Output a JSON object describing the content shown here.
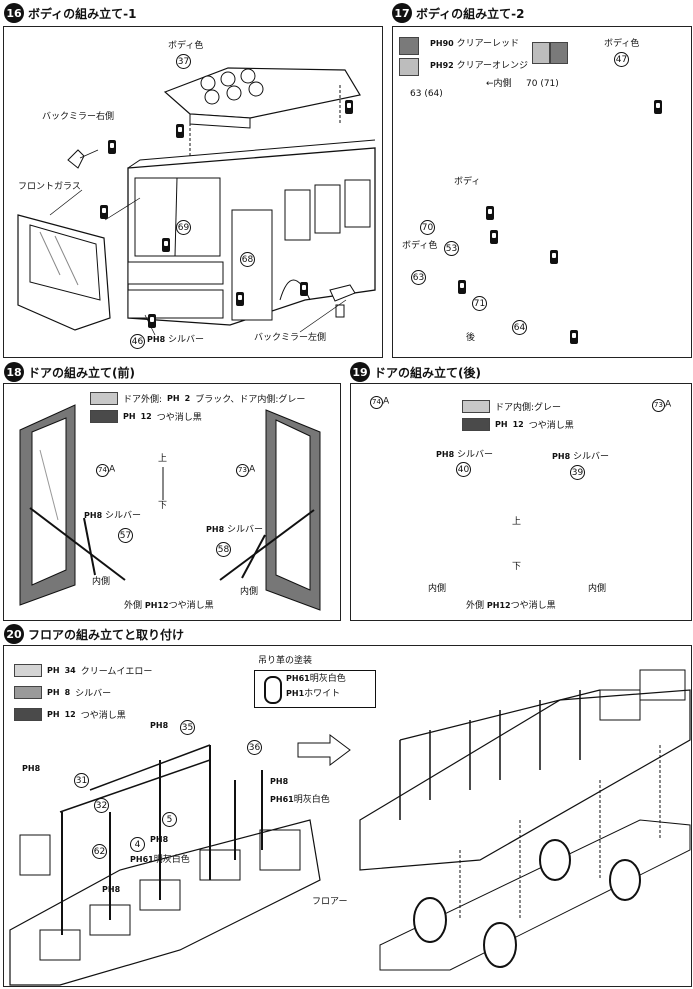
{
  "steps": {
    "s16": {
      "num": "16",
      "title": "ボディの組み立て-1",
      "body_color": "ボディ色",
      "body_color_part": "37",
      "mirror_right": "バックミラー右側",
      "front_glass": "フロントガラス",
      "part69": "69",
      "part68": "68",
      "part46": "46",
      "silver": "シルバー",
      "silver_code": "8",
      "mirror_left": "バックミラー左側"
    },
    "s17": {
      "num": "17",
      "title": "ボディの組み立て-2",
      "clear_red": "クリアーレッド",
      "clear_red_code": "90",
      "clear_orange": "クリアーオレンジ",
      "clear_orange_code": "92",
      "parts_6364": "63 (64)",
      "parts_7071": "70 (71)",
      "inner_side": "←内側",
      "body_color": "ボディ色",
      "body_color_part": "47",
      "body": "ボディ",
      "body_color2": "ボディ色",
      "part53": "53",
      "part63": "63",
      "part70": "70",
      "part71": "71",
      "part64": "64",
      "rear": "後"
    },
    "s18": {
      "num": "18",
      "title": "ドアの組み立て(前)",
      "legend1_label": "ドア外側:",
      "legend1_code": "2",
      "legend1_rest": "ブラック、ドア内側:グレー",
      "legend2_code": "12",
      "legend2_label": "つや消し黒",
      "part74": "74",
      "part74_suffix": "A",
      "part73": "73",
      "part73_suffix": "A",
      "up": "上",
      "down": "下",
      "silver_code": "8",
      "silver": "シルバー",
      "part57": "57",
      "part58": "58",
      "inner": "内側",
      "outer": "外側",
      "matte_code": "12",
      "matte": "つや消し黒"
    },
    "s19": {
      "num": "19",
      "title": "ドアの組み立て(後)",
      "legend1_label": "ドア内側:グレー",
      "legend2_code": "12",
      "legend2_label": "つや消し黒",
      "part74": "74",
      "part74_suffix": "A",
      "part73": "73",
      "part73_suffix": "A",
      "silver_code": "8",
      "silver": "シルバー",
      "part40": "40",
      "part39": "39",
      "up": "上",
      "down": "下",
      "inner": "内側",
      "outer": "外側",
      "matte_code": "12",
      "matte": "つや消し黒"
    },
    "s20": {
      "num": "20",
      "title": "フロアの組み立てと取り付け",
      "legend1_code": "34",
      "legend1_label": "クリームイエロー",
      "legend2_code": "8",
      "legend2_label": "シルバー",
      "legend3_code": "12",
      "legend3_label": "つや消し黒",
      "strap_title": "吊り革の塗装",
      "strap1_code": "61",
      "strap1_label": "明灰白色",
      "strap2_code": "1",
      "strap2_label": "ホワイト",
      "c8a": "8",
      "p35": "35",
      "p36": "36",
      "c8b": "8",
      "p31": "31",
      "p32": "32",
      "p5": "5",
      "c8c": "8",
      "c61a": "61",
      "c61a_label": "明灰白色",
      "p4": "4",
      "c8d": "8",
      "c61b": "61",
      "c61b_label": "明灰白色",
      "p62": "62",
      "c8e": "8",
      "floor": "フロアー"
    }
  },
  "pcode_prefix": "PH",
  "colors": {
    "clear_red": "#7a7a7a",
    "clear_orange": "#a8a8a8",
    "legend_light": "#c8c8c8",
    "legend_mid": "#9a9a9a",
    "legend_dark": "#4a4a4a",
    "door_frame": "#6a6a6a"
  }
}
